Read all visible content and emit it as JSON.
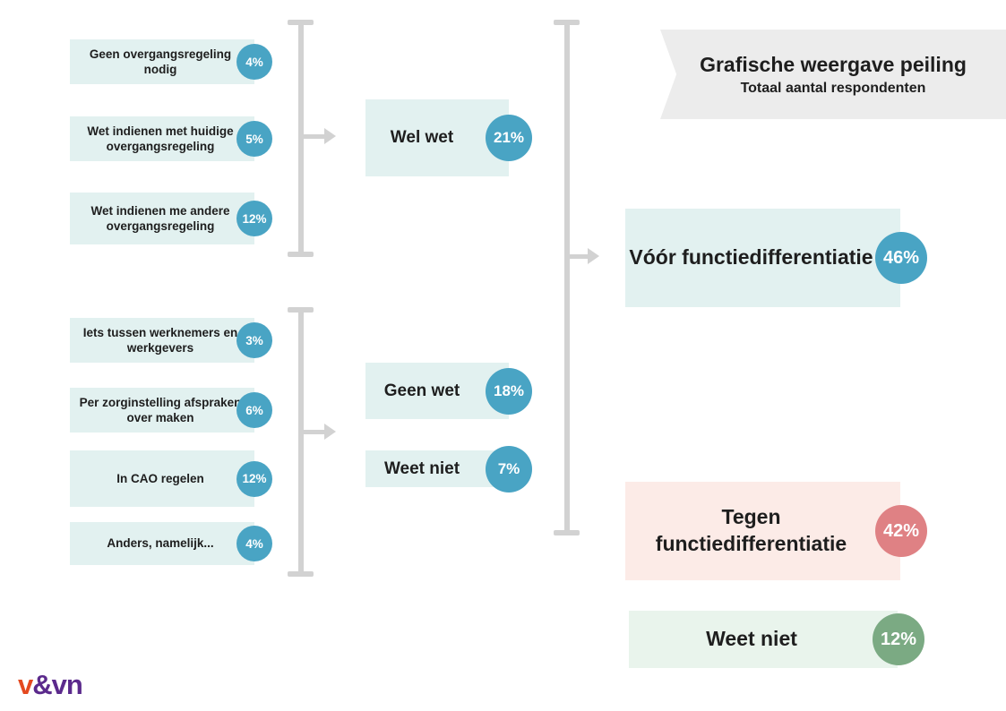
{
  "title_banner": {
    "title": "Grafische weergave peiling",
    "subtitle": "Totaal aantal respondenten"
  },
  "logo": {
    "v": "v",
    "amp": "&",
    "vn": "vn"
  },
  "groups": {
    "wel_wet_options": [
      {
        "label": "Geen overgangsregeling nodig",
        "value": "4%"
      },
      {
        "label": "Wet indienen met huidige overgangsregeling",
        "value": "5%"
      },
      {
        "label": "Wet indienen me andere overgangsregeling",
        "value": "12%"
      }
    ],
    "geen_wet_options": [
      {
        "label": "Iets tussen werknemers en werkgevers",
        "value": "3%"
      },
      {
        "label": "Per zorginstelling afspraken over maken",
        "value": "6%"
      },
      {
        "label": "In CAO regelen",
        "value": "12%"
      },
      {
        "label": "Anders, namelijk...",
        "value": "4%"
      }
    ],
    "middle": [
      {
        "label": "Wel wet",
        "value": "21%"
      },
      {
        "label": "Geen wet",
        "value": "18%"
      },
      {
        "label": "Weet niet",
        "value": "7%"
      }
    ],
    "totals": [
      {
        "label": "Vóór functiedifferentiatie",
        "value": "46%"
      },
      {
        "label": "Tegen functiedifferentiatie",
        "value": "42%"
      },
      {
        "label": "Weet niet",
        "value": "12%"
      }
    ]
  },
  "colors": {
    "teal_box": "#e2f1f0",
    "teal_circle": "#49a4c4",
    "pink_box": "#fcebe7",
    "pink_circle": "#df8184",
    "green_box": "#e9f4ec",
    "green_circle": "#7baa83",
    "banner_bg": "#ececec",
    "connector": "#d2d2d2",
    "logo_orange": "#e4491f",
    "logo_purple": "#5b2a8c"
  },
  "chart_data": {
    "type": "table",
    "title": "Grafische weergave peiling",
    "subtitle": "Totaal aantal respondenten",
    "level1_detail_options": [
      {
        "label": "Geen overgangsregeling nodig",
        "percent": 4,
        "group": "Wel wet"
      },
      {
        "label": "Wet indienen met huidige overgangsregeling",
        "percent": 5,
        "group": "Wel wet"
      },
      {
        "label": "Wet indienen me andere overgangsregeling",
        "percent": 12,
        "group": "Wel wet"
      },
      {
        "label": "Iets tussen werknemers en werkgevers",
        "percent": 3,
        "group": "Geen wet / Weet niet"
      },
      {
        "label": "Per zorginstelling afspraken over maken",
        "percent": 6,
        "group": "Geen wet / Weet niet"
      },
      {
        "label": "In CAO regelen",
        "percent": 12,
        "group": "Geen wet / Weet niet"
      },
      {
        "label": "Anders, namelijk...",
        "percent": 4,
        "group": "Geen wet / Weet niet"
      }
    ],
    "level2_subtotals": [
      {
        "label": "Wel wet",
        "percent": 21
      },
      {
        "label": "Geen wet",
        "percent": 18
      },
      {
        "label": "Weet niet",
        "percent": 7
      }
    ],
    "level3_totals": [
      {
        "label": "Vóór functiedifferentiatie",
        "percent": 46,
        "color": "#49a4c4"
      },
      {
        "label": "Tegen functiedifferentiatie",
        "percent": 42,
        "color": "#df8184"
      },
      {
        "label": "Weet niet",
        "percent": 12,
        "color": "#7baa83"
      }
    ]
  }
}
